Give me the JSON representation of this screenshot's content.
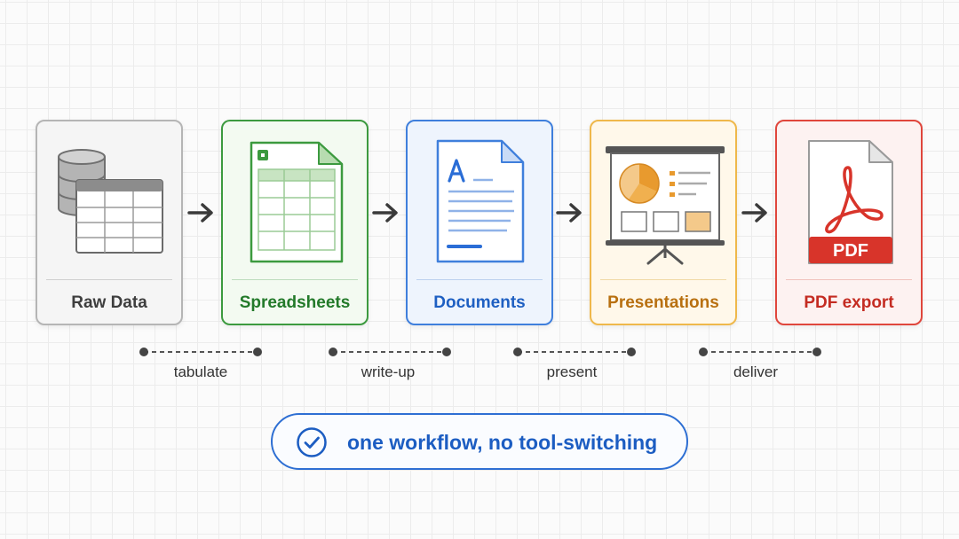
{
  "stages": [
    {
      "id": "raw",
      "label": "Raw Data",
      "icon": "database-table-icon",
      "color": "#3e3e3e"
    },
    {
      "id": "sheets",
      "label": "Spreadsheets",
      "icon": "spreadsheet-icon",
      "color": "#237a2a"
    },
    {
      "id": "docs",
      "label": "Documents",
      "icon": "document-icon",
      "color": "#1e5fc2"
    },
    {
      "id": "slides",
      "label": "Presentations",
      "icon": "presentation-icon",
      "color": "#b87010"
    },
    {
      "id": "pdf",
      "label": "PDF export",
      "icon": "pdf-icon",
      "color": "#c42c22"
    }
  ],
  "pdf_badge": "PDF",
  "transitions": [
    "tabulate",
    "write-up",
    "present",
    "deliver"
  ],
  "tagline": {
    "text": "one workflow, no tool-switching",
    "icon": "check-circle-icon",
    "color": "#1c5dc2"
  }
}
